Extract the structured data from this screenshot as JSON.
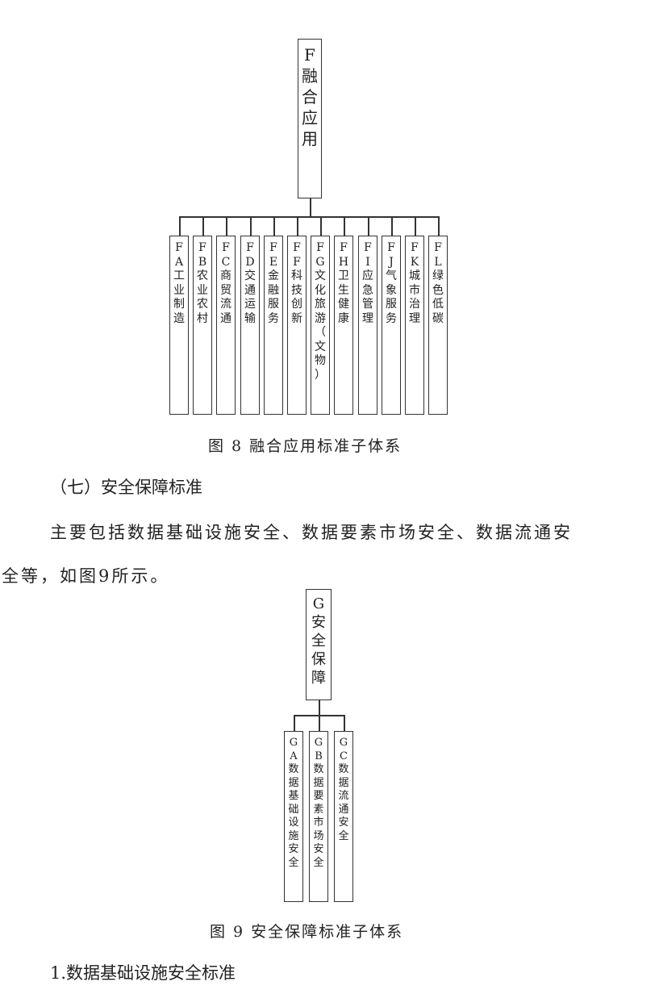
{
  "figure8": {
    "root": "F融合应用",
    "children": [
      "FA工业制造",
      "FB农业农村",
      "FC商贸流通",
      "FD交通运输",
      "FE金融服务",
      "FF科技创新",
      "FG文化旅游（文物）",
      "FH卫生健康",
      "FI应急管理",
      "FJ气象服务",
      "FK城市治理",
      "FL绿色低碳"
    ],
    "caption": "图 8 融合应用标准子体系"
  },
  "section7": {
    "heading": "（七）安全保障标准",
    "para_line1": "主要包括数据基础设施安全、数据要素市场安全、数据流通安",
    "para_line2": "全等，如图9所示。"
  },
  "figure9": {
    "root": "G安全保障",
    "children": [
      "GA数据基础设施安全",
      "GB数据要素市场安全",
      "GC数据流通安全"
    ],
    "caption": "图 9 安全保障标准子体系"
  },
  "subsection1": {
    "heading": "1.数据基础设施安全标准"
  }
}
